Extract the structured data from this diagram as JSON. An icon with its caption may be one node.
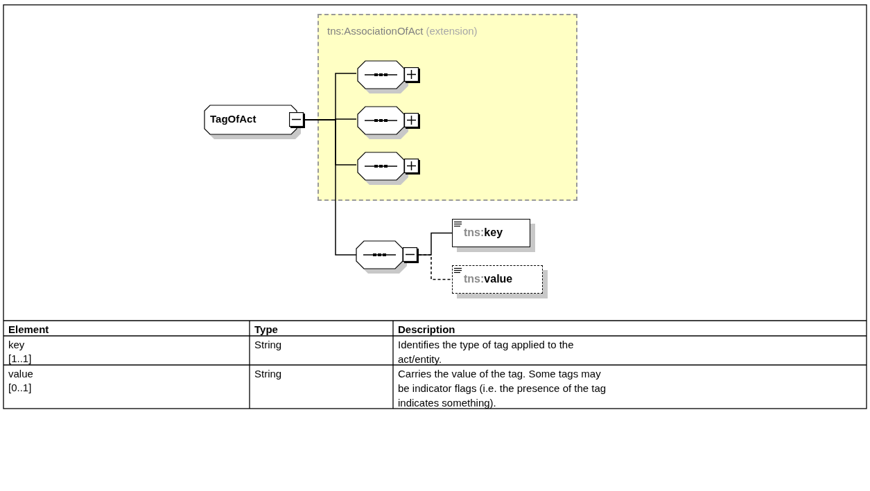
{
  "diagram": {
    "nodes": [
      {
        "text": [
          "TagOfAct"
        ]
      },
      {
        "text": [
          "tns:AssociationOfAct",
          "(extension)"
        ]
      },
      {
        "text": [],
        "shape": "octagon",
        "in": 1
      },
      {
        "text": [],
        "shape": "octagon",
        "in": 1
      },
      {
        "text": [],
        "shape": "octagon",
        "in": 1
      },
      {
        "text": [],
        "shape": "octagon"
      },
      {
        "text": [
          "tns:key"
        ]
      },
      {
        "text": [
          "tns:value"
        ]
      }
    ],
    "edges": [
      {
        "from": 0,
        "to": 2,
        "arrow": "none"
      },
      {
        "from": 0,
        "to": 3,
        "arrow": "none"
      },
      {
        "from": 0,
        "to": 4,
        "arrow": "none"
      },
      {
        "from": 0,
        "to": 5,
        "arrow": "none"
      },
      {
        "from": 5,
        "to": 6,
        "arrow": "none"
      },
      {
        "from": 5,
        "to": 7,
        "arrow": "none",
        "style": "dashed"
      }
    ],
    "labels": [
      "Element",
      "Type",
      "Description",
      "key",
      "[1..1]",
      "String",
      "Identifies the type of tag applied to the act/entity.",
      "value",
      "[0..1]",
      "String",
      "Carries the value of the tag. Some tags may be indicator flags (i.e. the presence of the tag indicates something)."
    ]
  }
}
